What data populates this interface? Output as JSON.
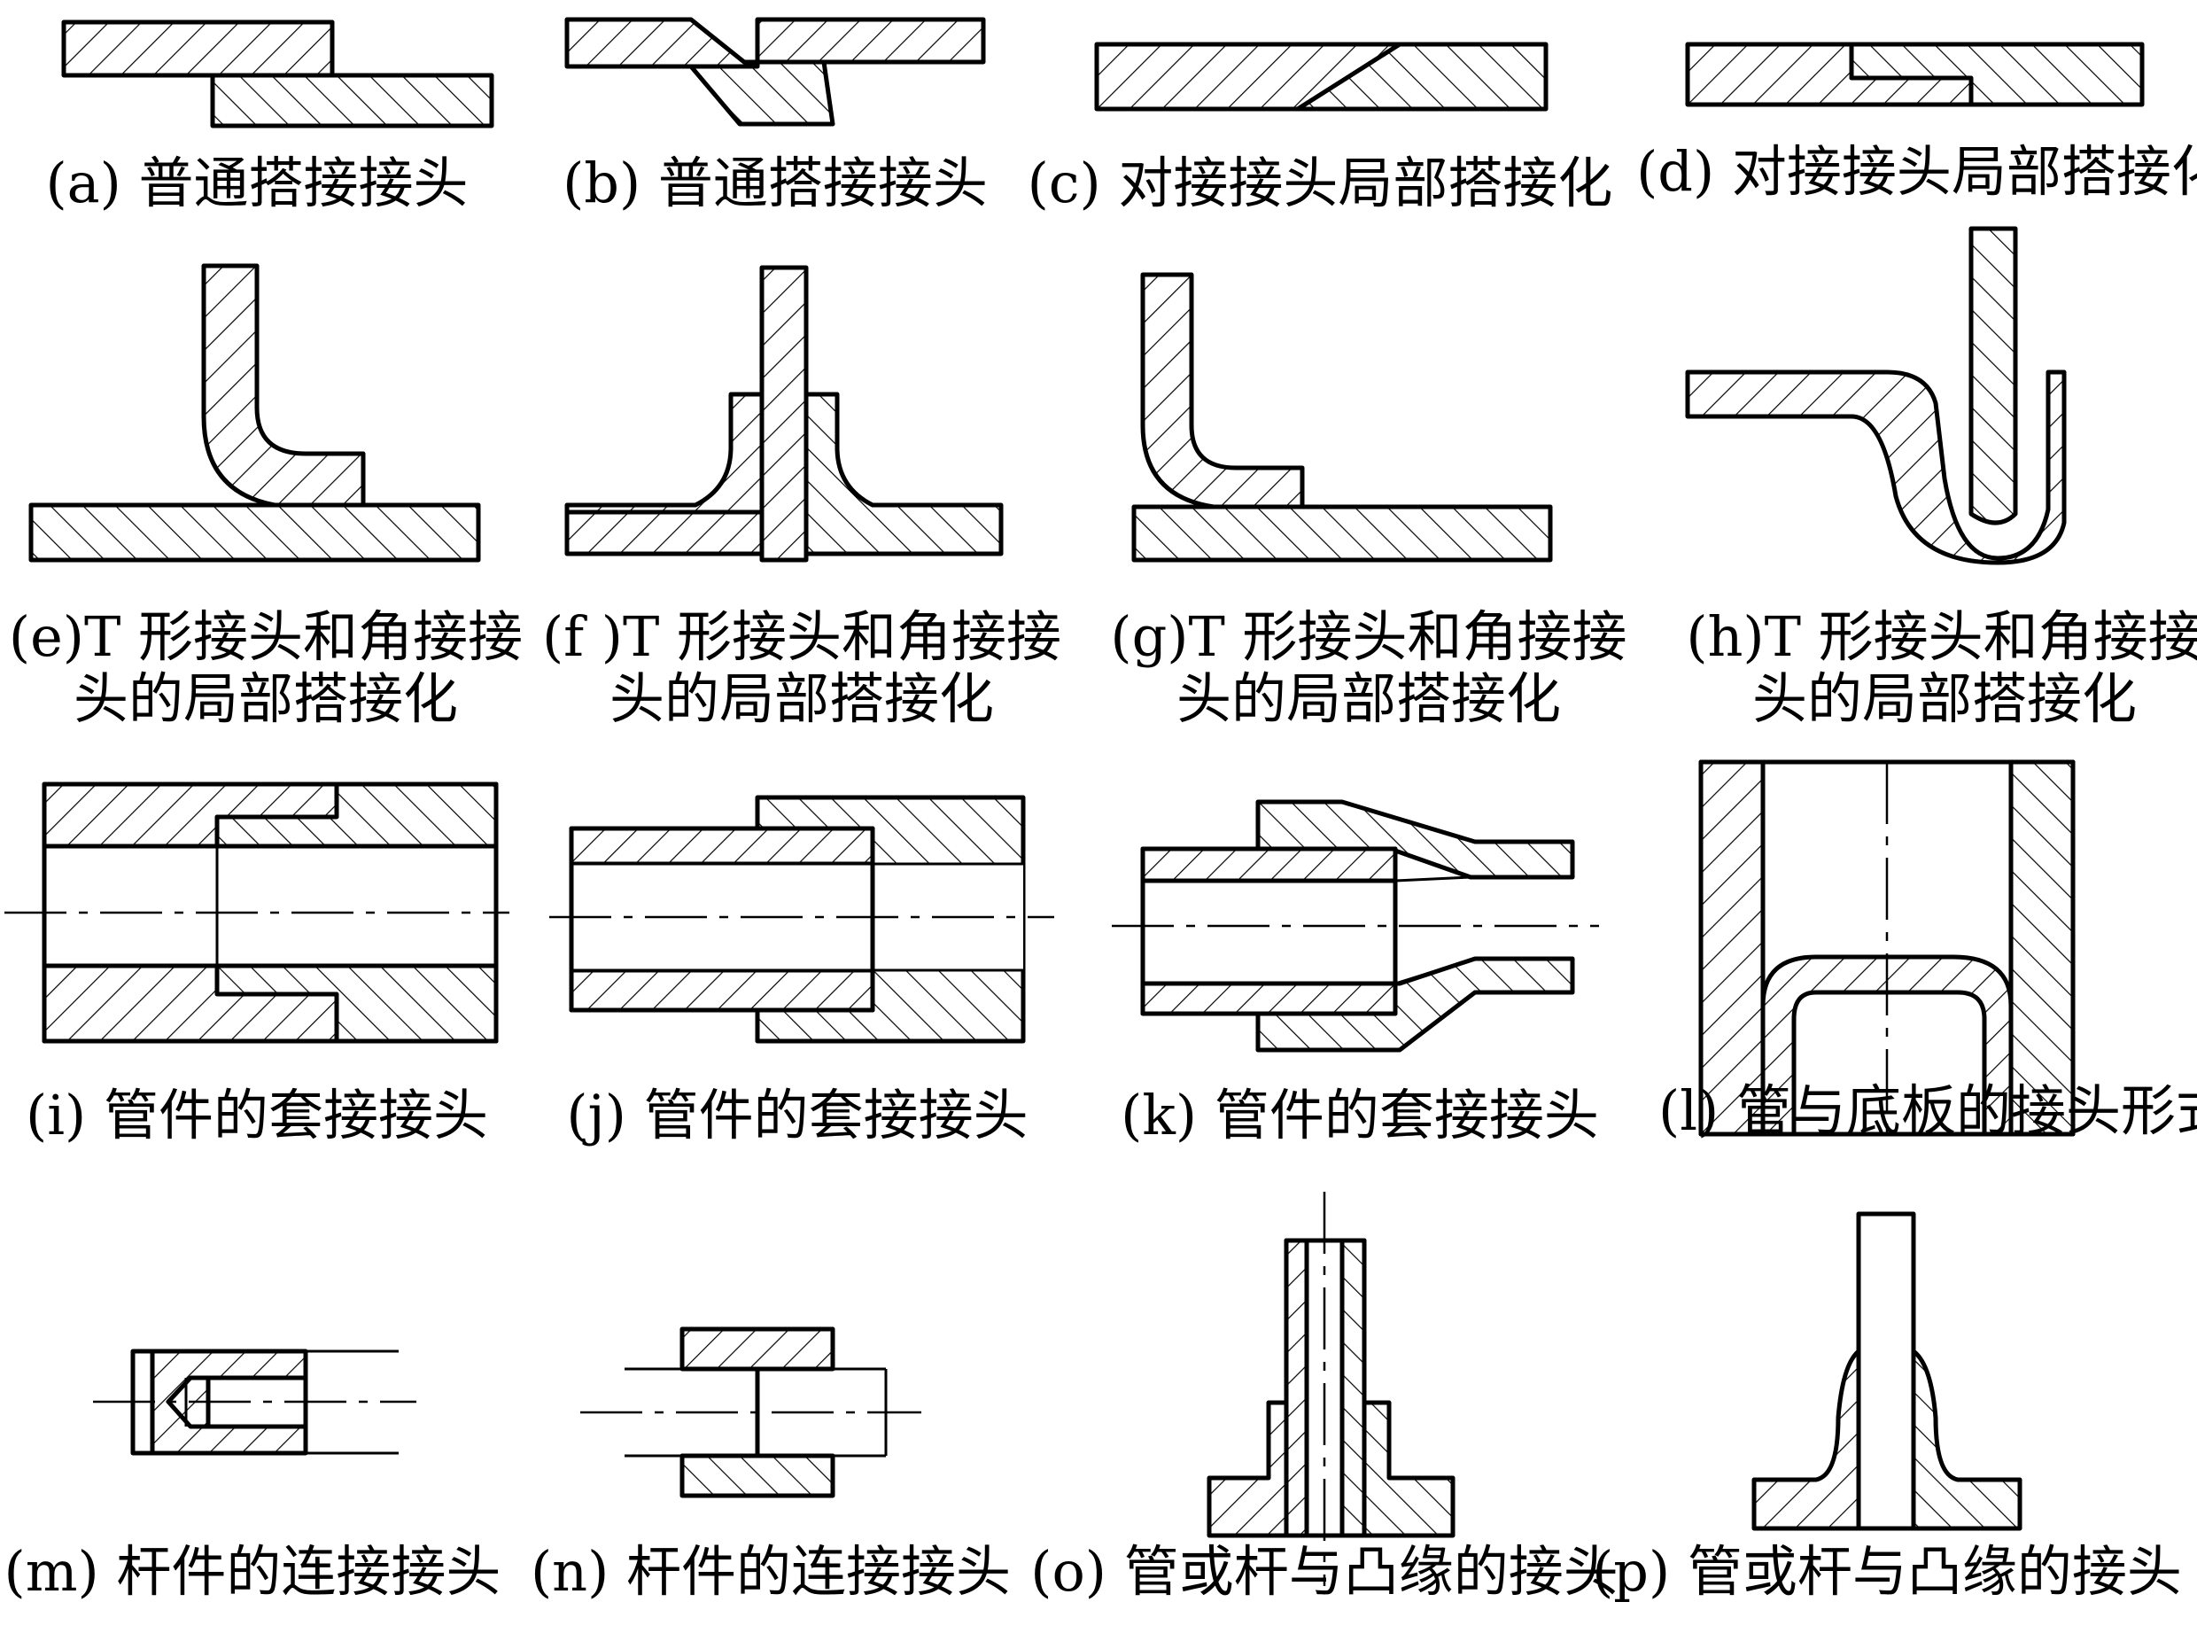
{
  "captions": {
    "a": "(a) 普通搭接接头",
    "b": "(b) 普通搭接接头",
    "c": "(c) 对接接头局部搭接化",
    "d": "(d) 对接接头局部搭接化",
    "e1": "(e)T 形接头和角接接",
    "e2": "头的局部搭接化",
    "f1": "(f )T 形接头和角接接",
    "f2": "头的局部搭接化",
    "g1": "(g)T 形接头和角接接",
    "g2": "头的局部搭接化",
    "h1": "(h)T 形接头和角接接",
    "h2": "头的局部搭接化",
    "i": "(i) 管件的套接接头",
    "j": "(j) 管件的套接接头",
    "k": "(k) 管件的套接接头",
    "l": "(l) 管与底板的接头形式",
    "m": "(m) 杆件的连接接头",
    "n": "(n) 杆件的连接接头",
    "o": "(o) 管或杆与凸缘的接头",
    "p": "(p) 管或杆与凸缘的接头"
  }
}
